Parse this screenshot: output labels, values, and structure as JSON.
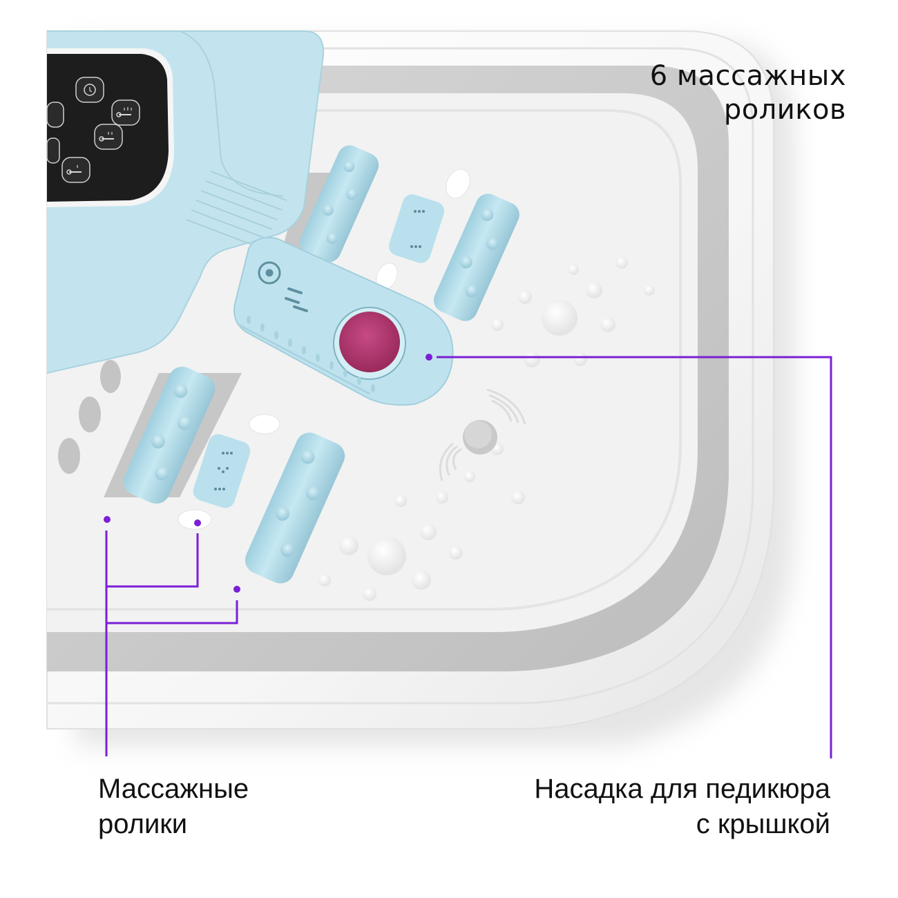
{
  "headline": {
    "line1": "6 массажных",
    "line2": "роликов"
  },
  "callouts": {
    "rollers": {
      "line1": "Массажные",
      "line2": "ролики"
    },
    "pedicure": {
      "line1": "Насадка для педикюра",
      "line2": "с крышкой"
    }
  },
  "colors": {
    "accent": "#7a1fd6",
    "device_blue": "#bfe3ee",
    "pumice": "#b3356f",
    "control_panel": "#1b1b1b",
    "tub": "#f3f3f3"
  },
  "control_panel": {
    "buttons": [
      "timer-icon",
      "heat-high-icon",
      "power-icon",
      "heat-medium-icon",
      "mode-icon",
      "heat-low-icon"
    ]
  }
}
